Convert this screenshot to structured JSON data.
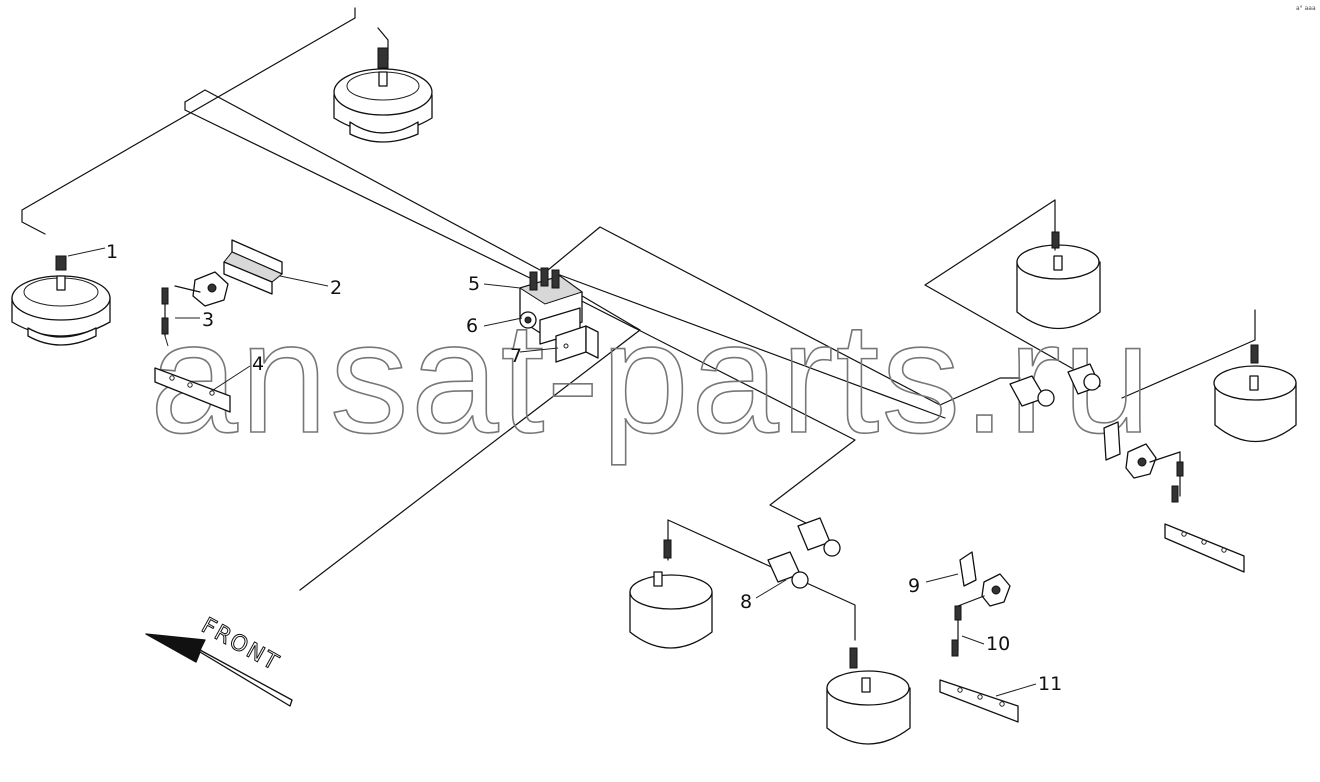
{
  "diagram": {
    "watermark": "ansat-parts.ru",
    "direction_label": "FRONT",
    "corner_mark": "a° aaa",
    "callouts": [
      {
        "id": "c1",
        "label": "1"
      },
      {
        "id": "c2",
        "label": "2"
      },
      {
        "id": "c3",
        "label": "3"
      },
      {
        "id": "c4",
        "label": "4"
      },
      {
        "id": "c5",
        "label": "5"
      },
      {
        "id": "c6",
        "label": "6"
      },
      {
        "id": "c7",
        "label": "7"
      },
      {
        "id": "c8",
        "label": "8"
      },
      {
        "id": "c9",
        "label": "9"
      },
      {
        "id": "c10",
        "label": "10"
      },
      {
        "id": "c11",
        "label": "11"
      }
    ]
  }
}
